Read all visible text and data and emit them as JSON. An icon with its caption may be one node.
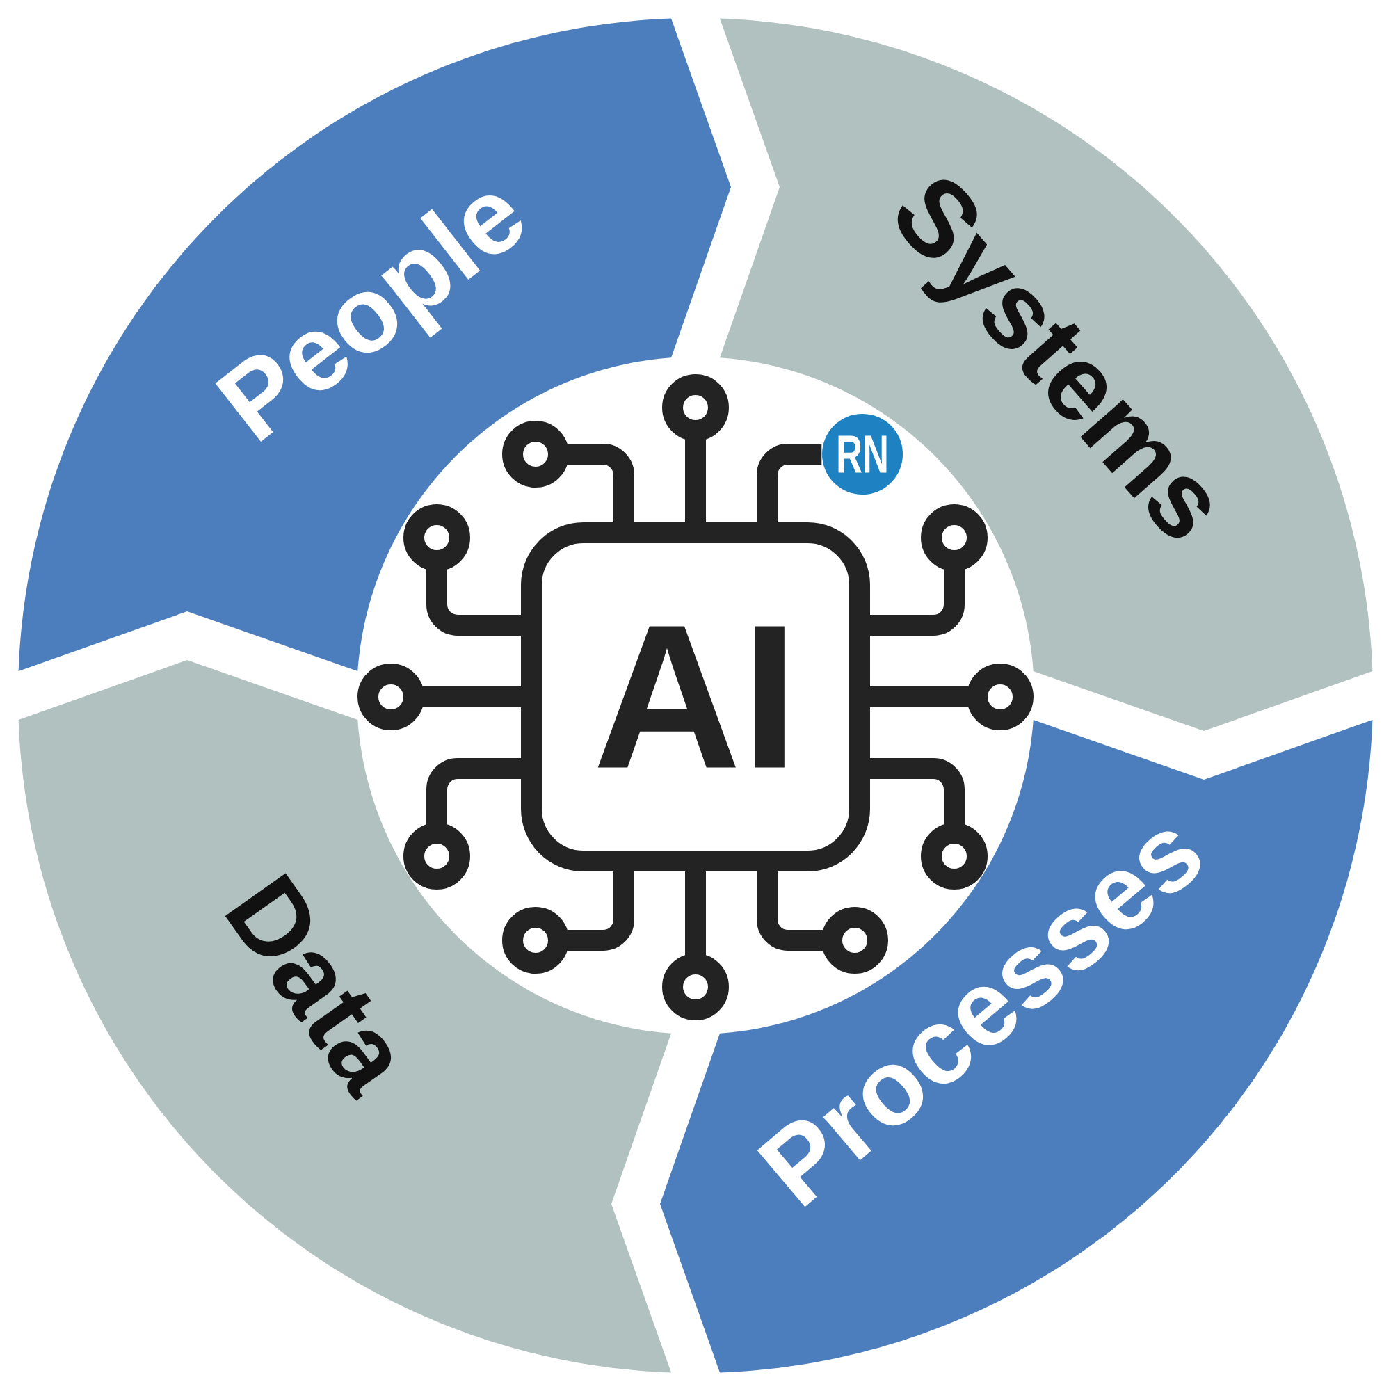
{
  "diagram": {
    "nodes": [
      {
        "text": [
          "People"
        ]
      },
      {
        "text": [
          "Systems"
        ]
      },
      {
        "text": [
          "Processes"
        ]
      },
      {
        "text": [
          "Data"
        ]
      },
      {
        "text": [
          "AI"
        ]
      },
      {
        "text": [
          "RN"
        ]
      }
    ],
    "edges": [
      {
        "from": 4,
        "to": 5,
        "arrow": "none"
      }
    ]
  }
}
